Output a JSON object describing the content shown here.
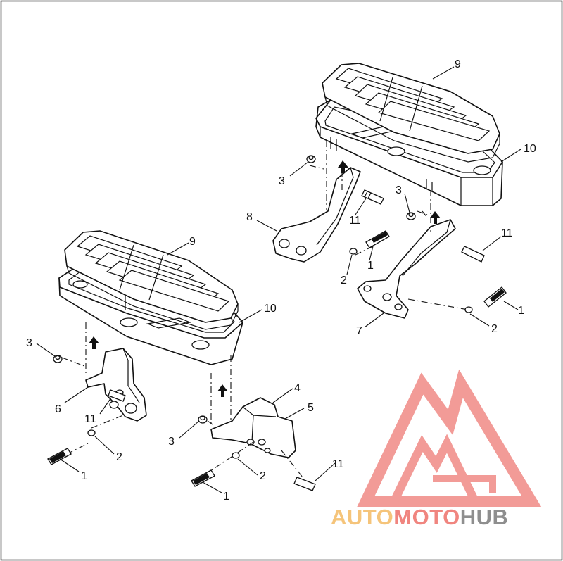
{
  "diagram": {
    "callouts": [
      {
        "id": "c9a",
        "text": "9"
      },
      {
        "id": "c10a",
        "text": "10"
      },
      {
        "id": "c3a",
        "text": "3"
      },
      {
        "id": "c3b",
        "text": "3"
      },
      {
        "id": "c8",
        "text": "8"
      },
      {
        "id": "c11a",
        "text": "11"
      },
      {
        "id": "c11b",
        "text": "11"
      },
      {
        "id": "c1a",
        "text": "1"
      },
      {
        "id": "c2a",
        "text": "2"
      },
      {
        "id": "c1b",
        "text": "1"
      },
      {
        "id": "c2b",
        "text": "2"
      },
      {
        "id": "c7",
        "text": "7"
      },
      {
        "id": "c9b",
        "text": "9"
      },
      {
        "id": "c10b",
        "text": "10"
      },
      {
        "id": "c3c",
        "text": "3"
      },
      {
        "id": "c6",
        "text": "6"
      },
      {
        "id": "c11c",
        "text": "11"
      },
      {
        "id": "c2c",
        "text": "2"
      },
      {
        "id": "c1c",
        "text": "1"
      },
      {
        "id": "c4",
        "text": "4"
      },
      {
        "id": "c5",
        "text": "5"
      },
      {
        "id": "c3d",
        "text": "3"
      },
      {
        "id": "c11d",
        "text": "11"
      },
      {
        "id": "c2d",
        "text": "2"
      },
      {
        "id": "c1d",
        "text": "1"
      }
    ]
  },
  "watermark": {
    "word_1": "AUTO",
    "word_2": "MOTO",
    "word_3": "HUB",
    "colors": {
      "auto": "#f5c47a",
      "moto": "#f0857f",
      "hub": "#8e8e8e",
      "logo": "#f08a86"
    }
  }
}
